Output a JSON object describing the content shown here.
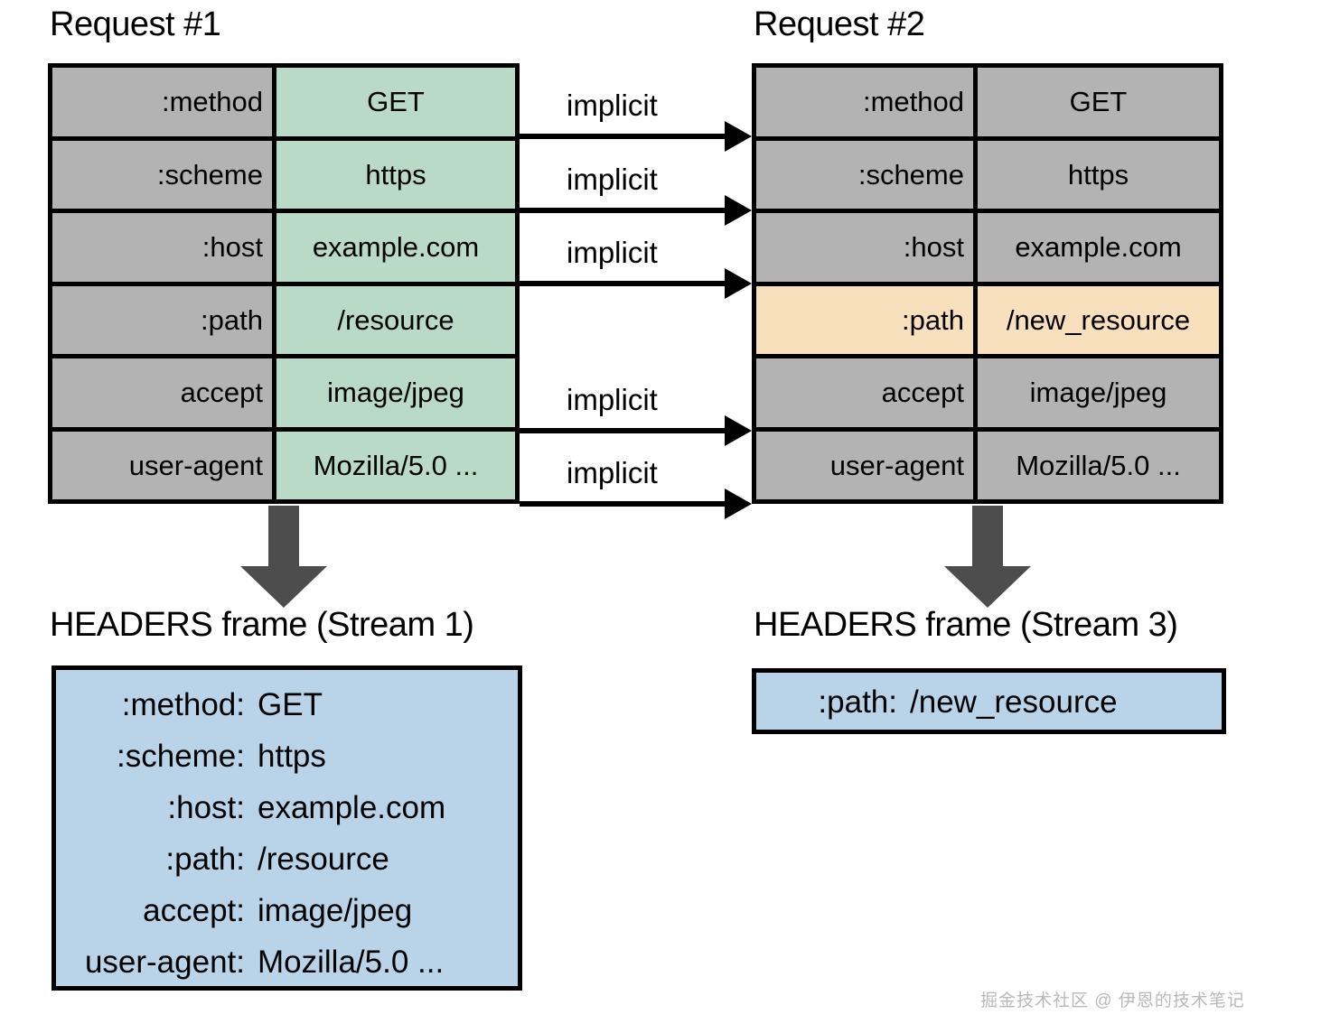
{
  "diagram": {
    "title": "HTTP/2 HPACK header compression across two requests",
    "colors": {
      "header_name_bg": "#b3b3b3",
      "header_value_bg_new": "#b9dac7",
      "header_value_bg_repeated": "#b3b3b3",
      "changed_header_bg": "#f8e0bd",
      "frame_bg": "#b9d4e8",
      "arrow": "#000000",
      "thick_arrow": "#4d4d4d"
    }
  },
  "request1": {
    "caption": "Request #1",
    "rows": [
      {
        "name": ":method",
        "value": "GET",
        "name_bg": "gray",
        "value_bg": "green"
      },
      {
        "name": ":scheme",
        "value": "https",
        "name_bg": "gray",
        "value_bg": "green"
      },
      {
        "name": ":host",
        "value": "example.com",
        "name_bg": "gray",
        "value_bg": "green"
      },
      {
        "name": ":path",
        "value": "/resource",
        "name_bg": "gray",
        "value_bg": "green"
      },
      {
        "name": "accept",
        "value": "image/jpeg",
        "name_bg": "gray",
        "value_bg": "green"
      },
      {
        "name": "user-agent",
        "value": "Mozilla/5.0 ...",
        "name_bg": "gray",
        "value_bg": "green"
      }
    ]
  },
  "request2": {
    "caption": "Request #2",
    "rows": [
      {
        "name": ":method",
        "value": "GET",
        "name_bg": "gray",
        "value_bg": "gray"
      },
      {
        "name": ":scheme",
        "value": "https",
        "name_bg": "gray",
        "value_bg": "gray"
      },
      {
        "name": ":host",
        "value": "example.com",
        "name_bg": "gray",
        "value_bg": "gray"
      },
      {
        "name": ":path",
        "value": "/new_resource",
        "name_bg": "peach",
        "value_bg": "peach"
      },
      {
        "name": "accept",
        "value": "image/jpeg",
        "name_bg": "gray",
        "value_bg": "gray"
      },
      {
        "name": "user-agent",
        "value": "Mozilla/5.0 ...",
        "name_bg": "gray",
        "value_bg": "gray"
      }
    ]
  },
  "implicit_arrows": [
    {
      "label": "implicit",
      "from_row": ":method",
      "to_row": ":method"
    },
    {
      "label": "implicit",
      "from_row": ":scheme",
      "to_row": ":scheme"
    },
    {
      "label": "implicit",
      "from_row": ":host",
      "to_row": ":host"
    },
    {
      "label": "implicit",
      "from_row": "accept",
      "to_row": "accept"
    },
    {
      "label": "implicit",
      "from_row": "user-agent",
      "to_row": "user-agent"
    }
  ],
  "frame1": {
    "caption": "HEADERS frame (Stream 1)",
    "lines": [
      {
        "key": ":method:",
        "value": "GET"
      },
      {
        "key": ":scheme:",
        "value": "https"
      },
      {
        "key": ":host:",
        "value": "example.com"
      },
      {
        "key": ":path:",
        "value": "/resource"
      },
      {
        "key": "accept:",
        "value": "image/jpeg"
      },
      {
        "key": "user-agent:",
        "value": "Mozilla/5.0 ..."
      }
    ]
  },
  "frame2": {
    "caption": "HEADERS frame (Stream 3)",
    "lines": [
      {
        "key": ":path:",
        "value": "/new_resource"
      }
    ]
  },
  "watermark": {
    "text": "掘金技术社区 @ 伊恩的技术笔记"
  }
}
